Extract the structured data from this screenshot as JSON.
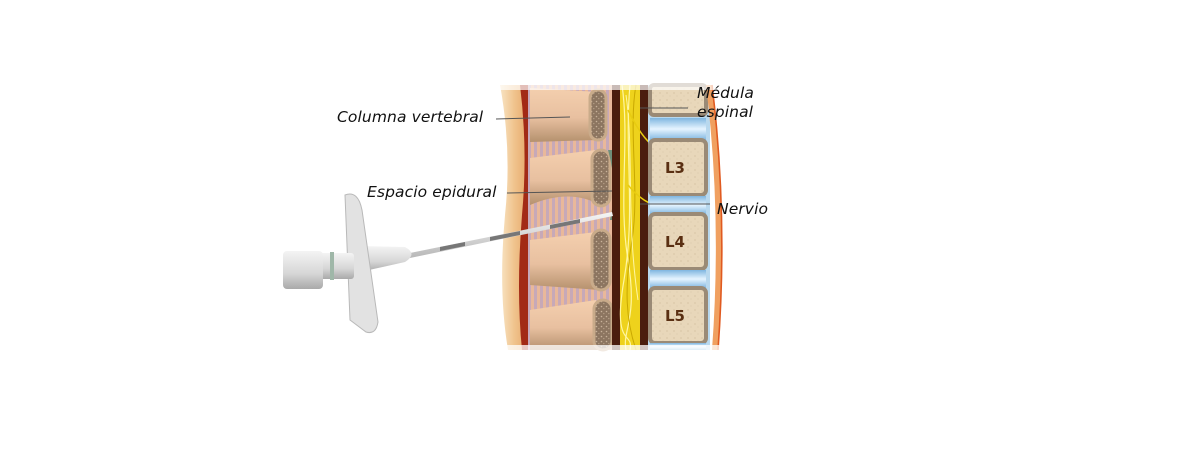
{
  "diagram": {
    "type": "anatomical-illustration",
    "subject": "epidural injection into lumbar spine",
    "labels": {
      "columna": "Columna vertebral",
      "espacio": "Espacio epidural",
      "medula_line1": "Médula",
      "medula_line2": "espinal",
      "nervio": "Nervio"
    },
    "vertebrae": [
      "L3",
      "L4",
      "L5"
    ],
    "colors": {
      "bone": "#e6d3b3",
      "bone_outline": "#9a8a76",
      "disc": "#a8d4f0",
      "nerve": "#f2de2a",
      "dura": "#5a2410",
      "skin": "#f3c48e",
      "ligament": "#c8a080",
      "needle": "#d8d8d8"
    }
  }
}
